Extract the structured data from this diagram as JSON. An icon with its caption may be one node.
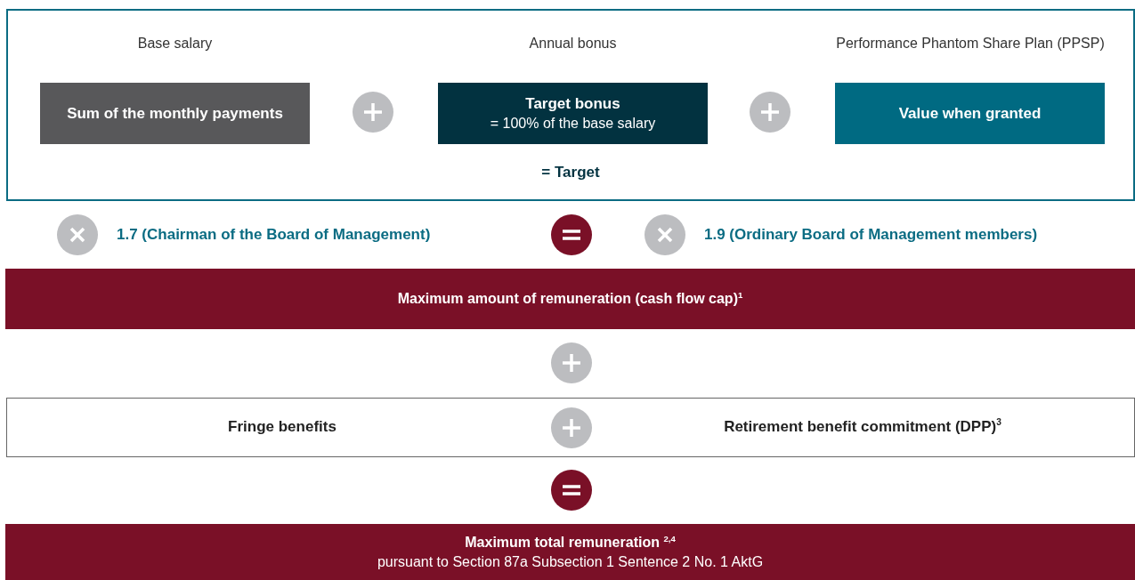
{
  "diagram": {
    "nodes": [
      {
        "text": [
          "= Target"
        ]
      },
      {
        "text": [
          "Base salary",
          "Sum of the monthly payments"
        ],
        "in": 0
      },
      {
        "text": [
          "Annual bonus",
          "Target bonus",
          "= 100% of the base salary"
        ],
        "in": 0
      },
      {
        "text": [
          "Performance Phantom Share Plan (PPSP)",
          "Value when granted"
        ],
        "in": 0
      },
      {
        "text": [
          "Maximum amount of remuneration (cash flow cap)$^{1}$"
        ]
      },
      {
        "text": [
          "Fringe benefits",
          "Retirement benefit commitment (DPP)$^{3}$"
        ]
      },
      {
        "text": [
          "Maximum total remuneration $^{2,4}$",
          "pursuant to Section 87a Subsection 1 Sentence 2 No. 1 AktG"
        ]
      }
    ],
    "labels": [
      "1.7 (Chairman of the Board of Management)",
      "1.9 (Ordinary Board of Management members)"
    ]
  }
}
